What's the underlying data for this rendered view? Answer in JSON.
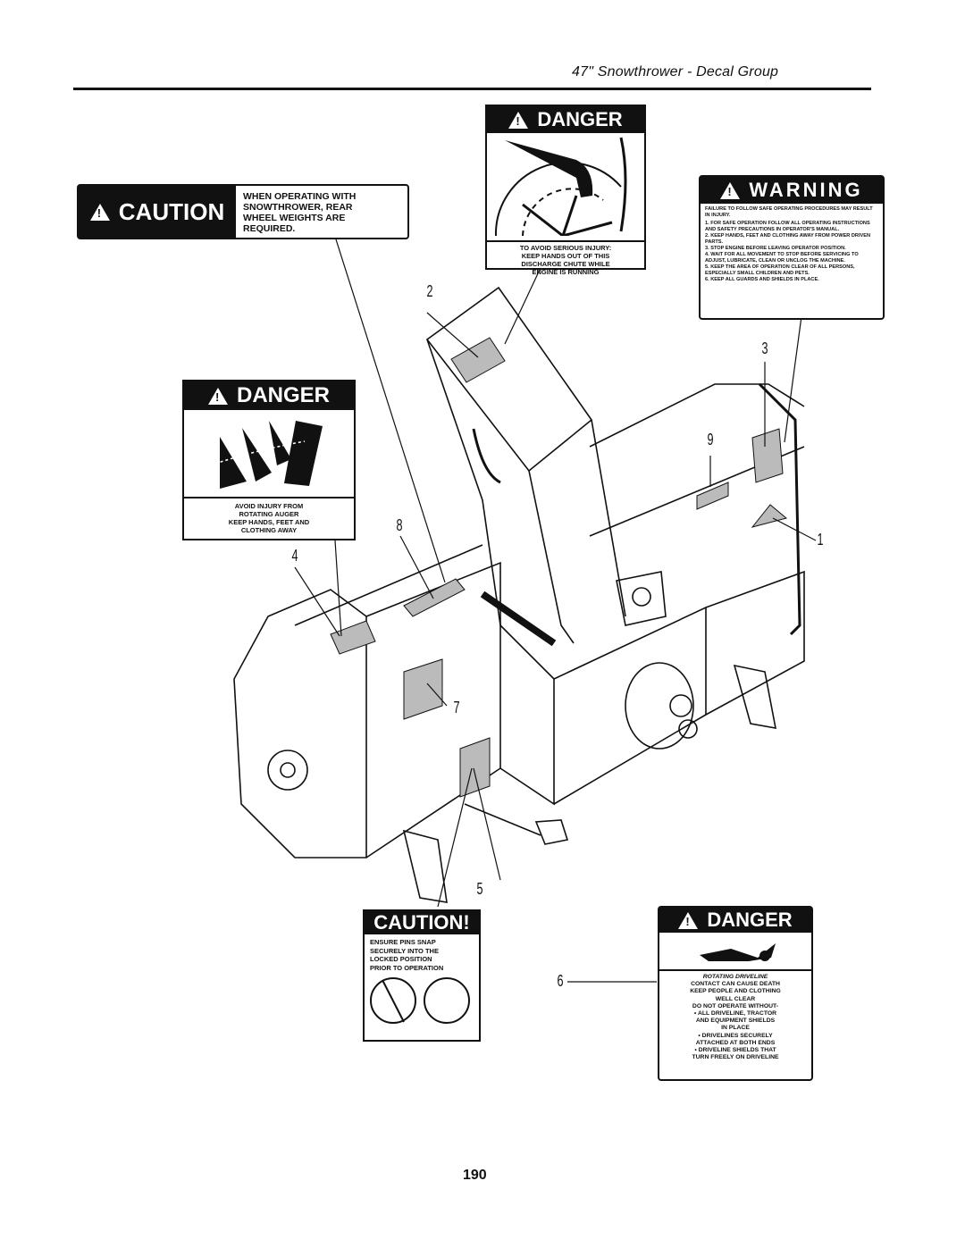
{
  "header": {
    "title": "47\" Snowthrower - Decal Group"
  },
  "decals": {
    "caution_wheel_weights": {
      "callout": "",
      "heading": "CAUTION",
      "text": [
        "WHEN OPERATING WITH",
        "SNOWTHROWER, REAR",
        "WHEEL WEIGHTS ARE",
        "REQUIRED."
      ]
    },
    "danger_chute": {
      "callout": "2",
      "heading": "DANGER",
      "text": [
        "TO AVOID SERIOUS INJURY:",
        "KEEP HANDS OUT OF THIS",
        "DISCHARGE CHUTE WHILE",
        "ENGINE IS RUNNING"
      ]
    },
    "warning_procedures": {
      "callout": "3",
      "heading": "WARNING",
      "intro": "FAILURE TO FOLLOW SAFE OPERATING PROCEDURES MAY RESULT IN INJURY.",
      "items": [
        "1. FOR SAFE OPERATION FOLLOW ALL OPERATING INSTRUCTIONS AND SAFETY PRECAUTIONS IN OPERATOR'S MANUAL.",
        "2. KEEP HANDS, FEET AND CLOTHING AWAY FROM POWER DRIVEN PARTS.",
        "3. STOP ENGINE BEFORE LEAVING OPERATOR POSITION.",
        "4. WAIT FOR ALL MOVEMENT TO STOP BEFORE SERVICING TO ADJUST, LUBRICATE, CLEAN OR UNCLOG THE MACHINE.",
        "5. KEEP THE AREA OF OPERATION CLEAR OF ALL PERSONS, ESPECIALLY SMALL CHILDREN AND PETS.",
        "6. KEEP ALL GUARDS AND SHIELDS IN PLACE."
      ]
    },
    "danger_auger": {
      "callout": "4",
      "heading": "DANGER",
      "text": [
        "AVOID INJURY FROM",
        "ROTATING AUGER",
        "KEEP HANDS, FEET AND",
        "CLOTHING AWAY"
      ]
    },
    "caution_pins": {
      "callout": "5",
      "heading": "CAUTION!",
      "text": [
        "ENSURE PINS SNAP",
        "SECURELY INTO THE",
        "LOCKED POSITION",
        "PRIOR TO OPERATION"
      ]
    },
    "danger_driveline": {
      "callout": "6",
      "heading": "DANGER",
      "text": [
        "ROTATING DRIVELINE",
        "CONTACT CAN CAUSE DEATH",
        "KEEP PEOPLE AND CLOTHING",
        "WELL CLEAR",
        "DO NOT OPERATE WITHOUT-",
        "• ALL DRIVELINE, TRACTOR",
        "AND EQUIPMENT SHIELDS",
        "IN PLACE",
        "• DRIVELINES SECURELY",
        "ATTACHED AT BOTH ENDS",
        "• DRIVELINE SHIELDS THAT",
        "TURN FREELY ON DRIVELINE"
      ]
    }
  },
  "callouts": [
    "1",
    "2",
    "3",
    "4",
    "5",
    "6",
    "7",
    "8",
    "9"
  ],
  "page_number": "190"
}
